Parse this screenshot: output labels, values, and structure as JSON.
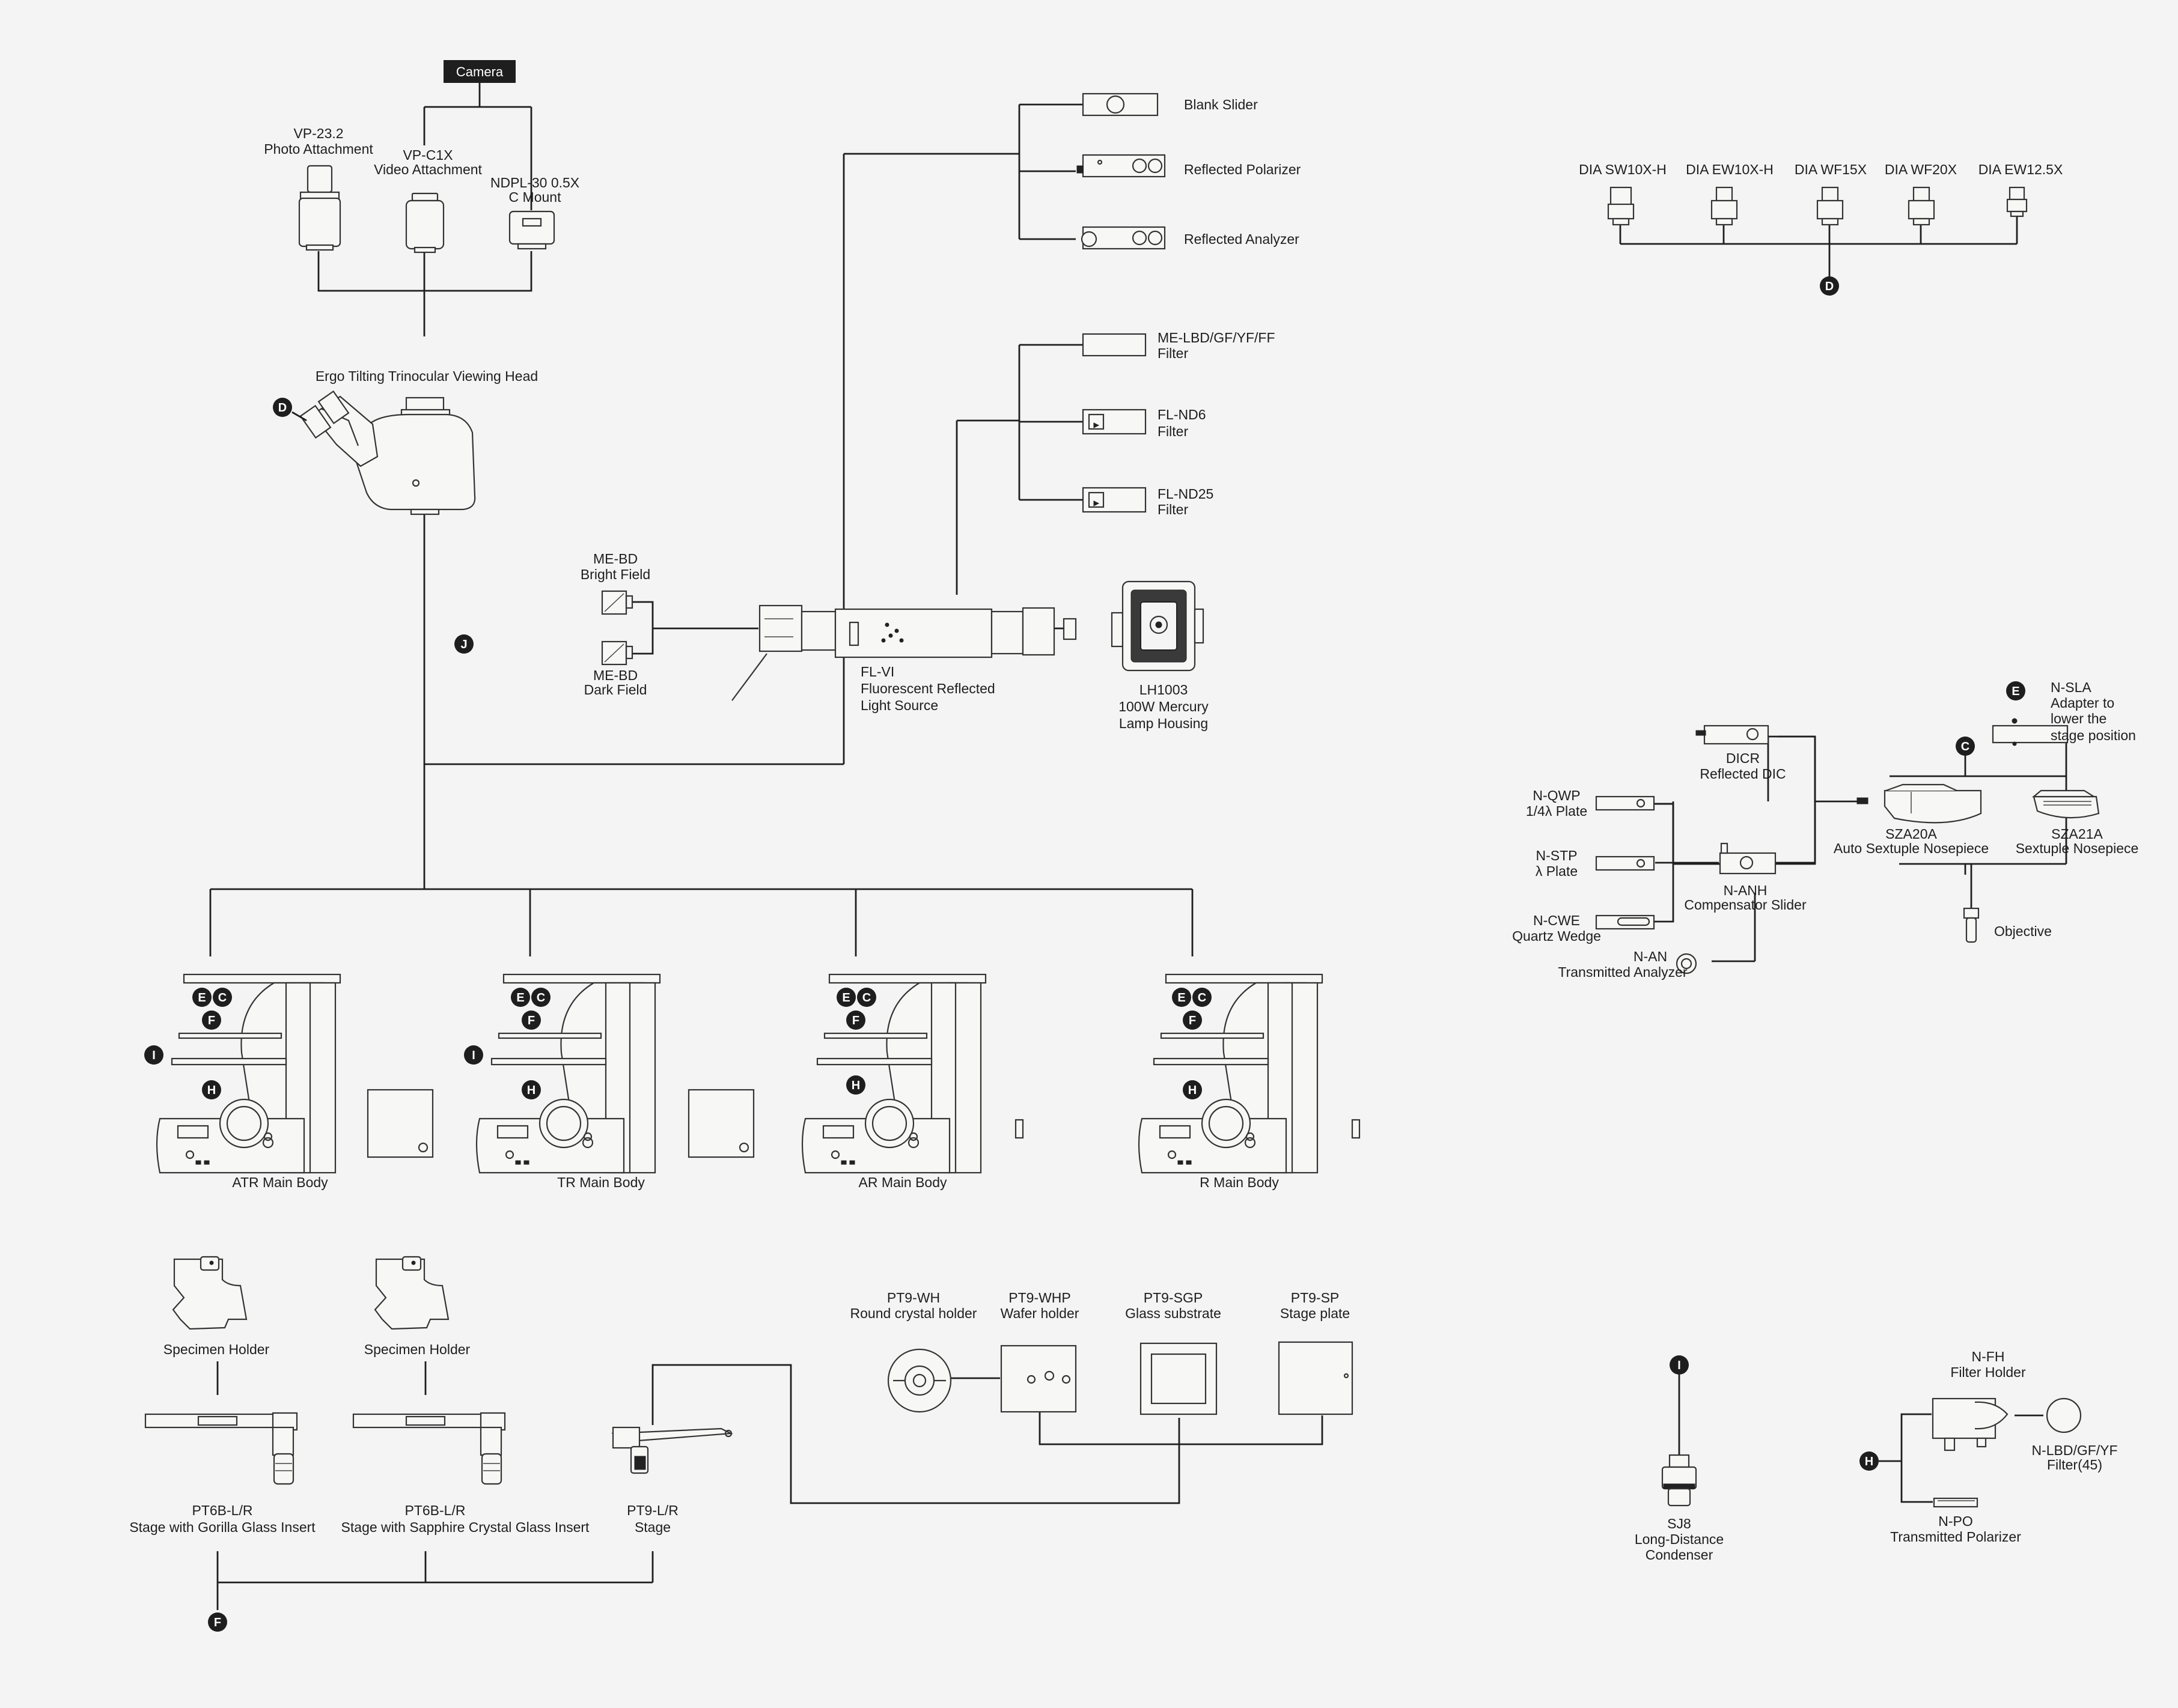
{
  "camera": {
    "label": "Camera"
  },
  "photo_attachment": {
    "line1": "VP-23.2",
    "line2": "Photo Attachment"
  },
  "video_attachment": {
    "line1": "VP-C1X",
    "line2": "Video Attachment"
  },
  "c_mount": {
    "line1": "NDPL-30 0.5X",
    "line2": "C Mount"
  },
  "viewing_head": {
    "label": "Ergo Tilting Trinocular Viewing Head"
  },
  "sliders": {
    "blank": "Blank Slider",
    "polarizer": "Reflected Polarizer",
    "analyzer": "Reflected Analyzer"
  },
  "filters": {
    "me_lbd": {
      "line1": "ME-LBD/GF/YF/FF",
      "line2": "Filter"
    },
    "fl_nd6": {
      "line1": "FL-ND6",
      "line2": "Filter"
    },
    "fl_nd25": {
      "line1": "FL-ND25",
      "line2": "Filter"
    }
  },
  "bright_field": {
    "line1": "ME-BD",
    "line2": "Bright Field"
  },
  "dark_field": {
    "line1": "ME-BD",
    "line2": "Dark Field"
  },
  "light_source": {
    "line1": "FL-VI",
    "line2": "Fluorescent Reflected",
    "line3": "Light Source"
  },
  "lamp_housing": {
    "line1": "LH1003",
    "line2": "100W Mercury",
    "line3": "Lamp Housing"
  },
  "eyepieces": [
    "DIA SW10X-H",
    "DIA EW10X-H",
    "DIA WF15X",
    "DIA WF20X",
    "DIA EW12.5X"
  ],
  "nosepiece_group": {
    "sla": {
      "line1": "N-SLA",
      "line2": "Adapter to",
      "line3": "lower the",
      "line4": "stage position"
    },
    "dicr": {
      "line1": "DICR",
      "line2": "Reflected DIC"
    },
    "qwp": {
      "line1": "N-QWP",
      "line2": "1/4λ Plate"
    },
    "stp": {
      "line1": "N-STP",
      "line2": "λ Plate"
    },
    "cwe": {
      "line1": "N-CWE",
      "line2": "Quartz Wedge"
    },
    "anh": {
      "line1": "N-ANH",
      "line2": "Compensator Slider"
    },
    "an": {
      "line1": "N-AN",
      "line2": "Transmitted Analyzer"
    },
    "sza20a": {
      "line1": "SZA20A",
      "line2": "Auto Sextuple Nosepiece"
    },
    "sza21a": {
      "line1": "SZA21A",
      "line2": "Sextuple Nosepiece"
    },
    "objective": "Objective"
  },
  "main_bodies": [
    "ATR Main Body",
    "TR Main Body",
    "AR Main Body",
    "R Main Body"
  ],
  "stages": {
    "specimen_holder": "Specimen Holder",
    "pt6b_gorilla": {
      "line1": "PT6B-L/R",
      "line2": "Stage with Gorilla Glass Insert"
    },
    "pt6b_sapphire": {
      "line1": "PT6B-L/R",
      "line2": "Stage with Sapphire Crystal Glass Insert"
    },
    "pt9_stage": {
      "line1": "PT9-L/R",
      "line2": "Stage"
    },
    "pt9_wh": {
      "line1": "PT9-WH",
      "line2": "Round crystal holder"
    },
    "pt9_whp": {
      "line1": "PT9-WHP",
      "line2": "Wafer holder"
    },
    "pt9_sgp": {
      "line1": "PT9-SGP",
      "line2": "Glass  substrate"
    },
    "pt9_sp": {
      "line1": "PT9-SP",
      "line2": "Stage plate"
    }
  },
  "condenser": {
    "line1": "SJ8",
    "line2": "Long-Distance",
    "line3": "Condenser"
  },
  "filter_holder": {
    "line1": "N-FH",
    "line2": "Filter Holder"
  },
  "filter45": {
    "line1": "N-LBD/GF/YF",
    "line2": "Filter(45)"
  },
  "transmitted_polarizer": {
    "line1": "N-PO",
    "line2": "Transmitted Polarizer"
  },
  "markers": {
    "c": "C",
    "d": "D",
    "e": "E",
    "f": "F",
    "h": "H",
    "i": "I",
    "j": "J"
  },
  "colors": {
    "background": "#f3f4f3",
    "line": "#1e1e1e",
    "marker": "#1e1e1e"
  }
}
